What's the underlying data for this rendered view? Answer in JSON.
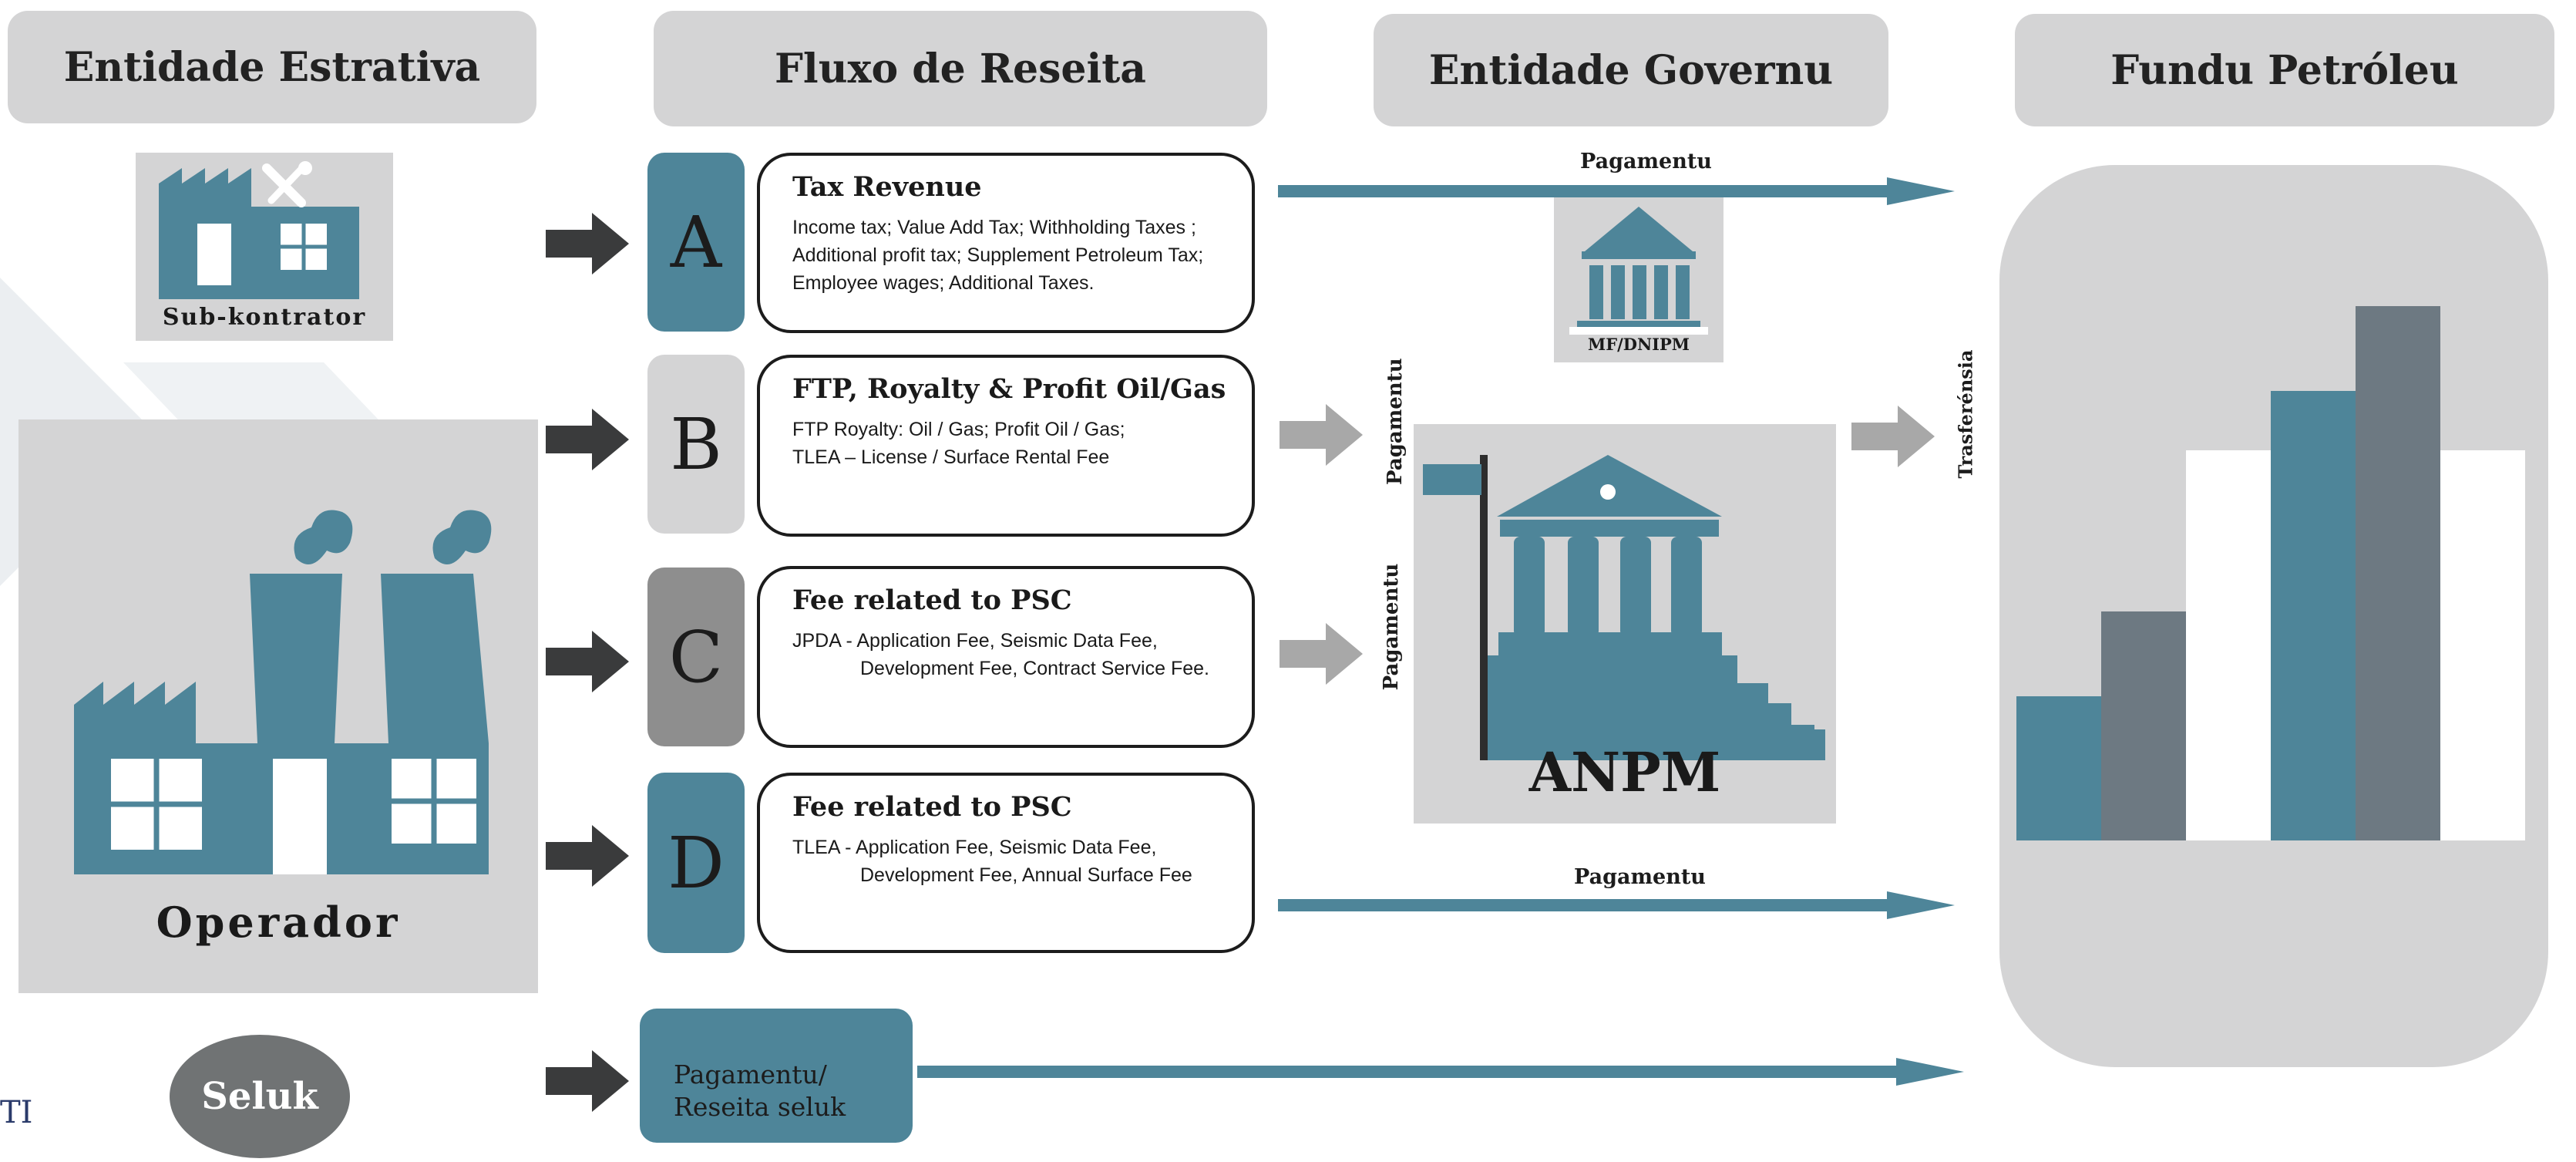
{
  "headers": {
    "entity": "Entidade Estrativa",
    "flow": "Fluxo de Reseita",
    "gov": "Entidade Governu",
    "fund": "Fundu Petróleu"
  },
  "left": {
    "subcontractor": "Sub-kontrator",
    "operator": "Operador",
    "other": "Seluk",
    "edge_text": "TI"
  },
  "streams": [
    {
      "letter": "A",
      "title": "Tax Revenue",
      "lines": [
        "Income tax; Value Add Tax; Withholding Taxes ;",
        "Additional profit tax; Supplement Petroleum Tax;",
        "Employee wages; Additional Taxes."
      ]
    },
    {
      "letter": "B",
      "title": "FTP, Royalty & Profit Oil/Gas",
      "lines": [
        "FTP Royalty: Oil / Gas; Profit Oil / Gas;",
        "TLEA – License / Surface Rental Fee"
      ]
    },
    {
      "letter": "C",
      "title": "Fee related to PSC",
      "lines": [
        "JPDA - Application Fee, Seismic Data Fee,",
        "Development Fee, Contract Service Fee."
      ]
    },
    {
      "letter": "D",
      "title": "Fee related to PSC",
      "lines": [
        "TLEA - Application Fee, Seismic Data Fee,",
        "Development Fee, Annual Surface Fee"
      ]
    }
  ],
  "other_payment": {
    "line1": "Pagamentu/",
    "line2": "Reseita seluk"
  },
  "government": {
    "mf_label": "MF/DNIPM",
    "anpm_label": "ANPM",
    "payment_top": "Pagamentu",
    "payment_bottom": "Pagamentu",
    "payment_vertical_1": "Pagamentu",
    "payment_vertical_2": "Pagamentu",
    "transfer_vertical": "Trasferénsia"
  },
  "fund_chart": {
    "type": "bar",
    "values": [
      0.17,
      0.27,
      0.46,
      0.53,
      0.63,
      0.46
    ],
    "colors": [
      "#4e8599",
      "#6d7982",
      "#ffffff",
      "#4e8599",
      "#6d7982",
      "#ffffff"
    ]
  },
  "colors": {
    "teal": "#4e8599",
    "slate": "#6d7982",
    "light_gray": "#d4d4d5",
    "dark_arrow": "#3a3b3c",
    "gray_arrow": "#a8a8a8"
  }
}
